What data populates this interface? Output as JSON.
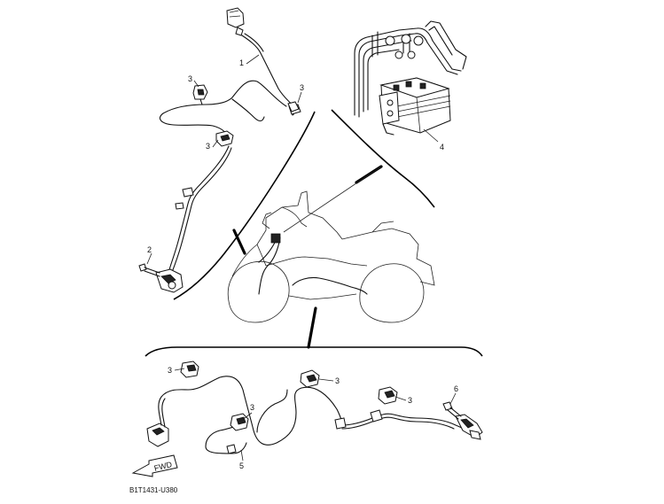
{
  "callouts": {
    "c1": "1",
    "c2": "2",
    "c3a": "3",
    "c3b": "3",
    "c3c": "3",
    "c3d": "3",
    "c3e": "3",
    "c3f": "3",
    "c3g": "3",
    "c4": "4",
    "c5": "5",
    "c6": "6"
  },
  "fwd_label": "FWD",
  "diagram_code": "B1T1431-U380",
  "colors": {
    "line": "#111111",
    "background": "#ffffff"
  }
}
